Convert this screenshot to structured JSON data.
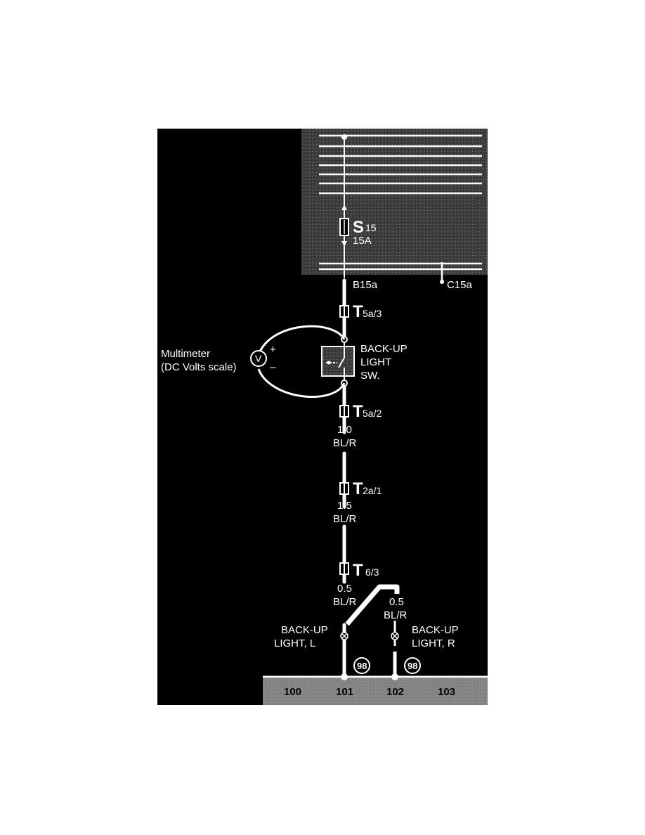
{
  "fuse": {
    "name": "S",
    "subscript": "15",
    "rating": "15A"
  },
  "wires": {
    "top_left": "B15a",
    "top_right": "C15a"
  },
  "connectors": [
    {
      "name": "T",
      "pin": "5a/3"
    },
    {
      "name": "T",
      "pin": "5a/2"
    },
    {
      "name": "T",
      "pin": "2a/1"
    },
    {
      "name": "T",
      "pin": "6/3"
    }
  ],
  "switch": {
    "line1": "BACK-UP",
    "line2": "LIGHT",
    "line3": "SW."
  },
  "multimeter": {
    "line1": "Multimeter",
    "line2": "(DC Volts scale)",
    "symbol": "V",
    "plus": "+",
    "minus": "–"
  },
  "wire_specs": [
    {
      "size": "1.0",
      "color": "BL/R"
    },
    {
      "size": "1.5",
      "color": "BL/R"
    },
    {
      "size": "0.5",
      "color": "BL/R"
    },
    {
      "size": "0.5",
      "color": "BL/R"
    }
  ],
  "lights": {
    "left": {
      "line1": "BACK-UP",
      "line2": "LIGHT, L"
    },
    "right": {
      "line1": "BACK-UP",
      "line2": "LIGHT, R"
    }
  },
  "ground_refs": [
    "98",
    "98"
  ],
  "grid_refs": [
    "100",
    "101",
    "102",
    "103"
  ]
}
